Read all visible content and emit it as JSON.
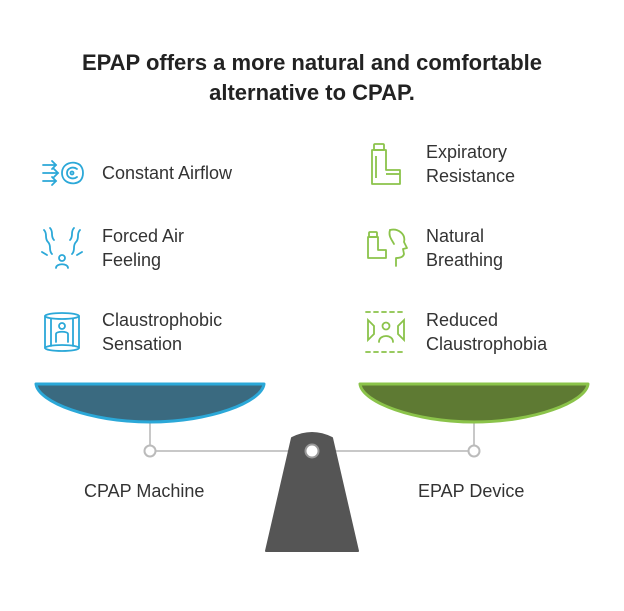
{
  "title": {
    "line1": "EPAP offers a more natural and comfortable",
    "line2": "alternative to CPAP."
  },
  "colors": {
    "cpap_accent": "#2BA8D8",
    "epap_accent": "#8BC34A",
    "cpap_pan": "#3A6A80",
    "epap_pan": "#5E7A33",
    "fulcrum": "#555555"
  },
  "left": {
    "label": "CPAP Machine",
    "items": [
      {
        "icon": "airflow-icon",
        "lines": [
          "Constant Airflow"
        ]
      },
      {
        "icon": "forced-air-icon",
        "lines": [
          "Forced Air",
          "Feeling"
        ]
      },
      {
        "icon": "claustrophobic-icon",
        "lines": [
          "Claustrophobic",
          "Sensation"
        ]
      }
    ]
  },
  "right": {
    "label": "EPAP Device",
    "items": [
      {
        "icon": "inhaler-icon",
        "lines": [
          "Expiratory",
          "Resistance"
        ]
      },
      {
        "icon": "breathing-icon",
        "lines": [
          "Natural",
          "Breathing"
        ]
      },
      {
        "icon": "reduced-claustrophobia-icon",
        "lines": [
          "Reduced",
          "Claustrophobia"
        ]
      }
    ]
  }
}
